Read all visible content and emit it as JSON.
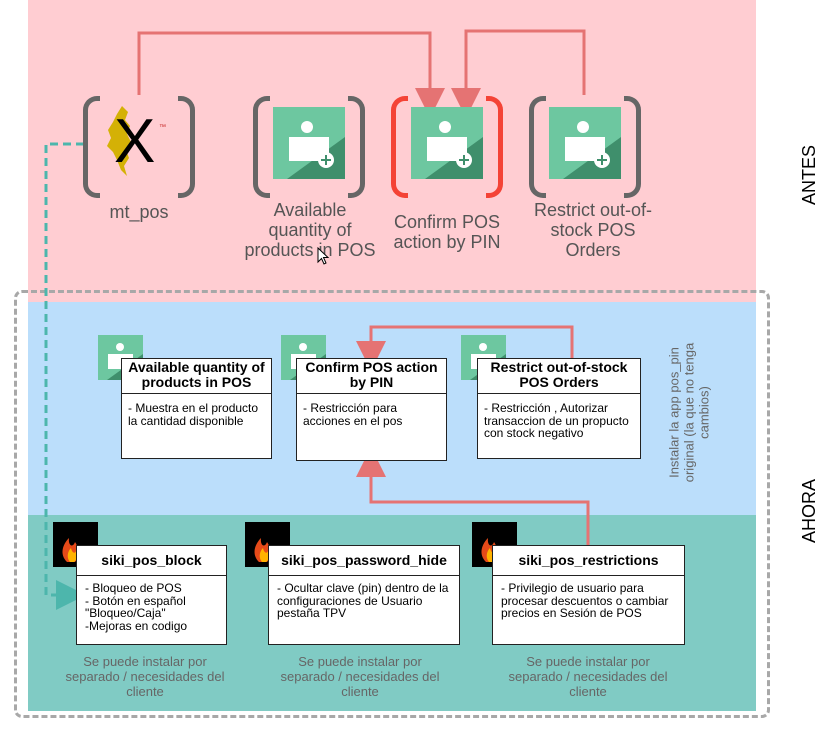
{
  "sections": {
    "top": "ANTES",
    "bottom": "AHORA"
  },
  "colors": {
    "antes_band": "#ffcdd2",
    "ahora_mid_band": "#bbdefb",
    "ahora_bottom_band": "#80cbc4",
    "connector": "#e57373",
    "dependency": "#4db6ac",
    "highlight_bracket": "#f44336"
  },
  "top_apps": [
    {
      "label": "mt_pos",
      "icon": "mt-pos-map-x-icon"
    },
    {
      "label": "Available quantity of products in POS",
      "icon": "pos-module-icon"
    },
    {
      "label": "Confirm POS action by PIN",
      "icon": "pos-module-icon"
    },
    {
      "label": "Restrict out-of-stock POS Orders",
      "icon": "pos-module-icon"
    }
  ],
  "install_note": "Instalar la app pos_pin original (la que no tenga cambios)",
  "mid_modules": [
    {
      "title": "Available quantity of products in POS",
      "body": "- Muestra en el producto la cantidad disponible"
    },
    {
      "title": "Confirm POS action by PIN",
      "body": "- Restricción para acciones en el pos"
    },
    {
      "title": "Restrict out-of-stock POS Orders",
      "body": "- Restricción , Autorizar transaccion de un propucto con stock negativo"
    }
  ],
  "siki_modules": [
    {
      "title": "siki_pos_block",
      "body": "- Bloqueo de POS\n- Botón en español \"Bloqueo/Caja\"\n-Mejoras en codigo",
      "note": "Se puede instalar por separado / necesidades del cliente"
    },
    {
      "title": "siki_pos_password_hide",
      "body": "- Ocultar clave (pin) dentro de la configuraciones de Usuario pestaña TPV",
      "note": "Se puede instalar por separado / necesidades del cliente"
    },
    {
      "title": "siki_pos_restrictions",
      "body": "- Privilegio de usuario para procesar descuentos o cambiar precios en Sesión de POS",
      "note": "Se puede instalar por separado / necesidades del cliente"
    }
  ],
  "logo_text": {
    "x_mark": "X",
    "tm": "™"
  }
}
